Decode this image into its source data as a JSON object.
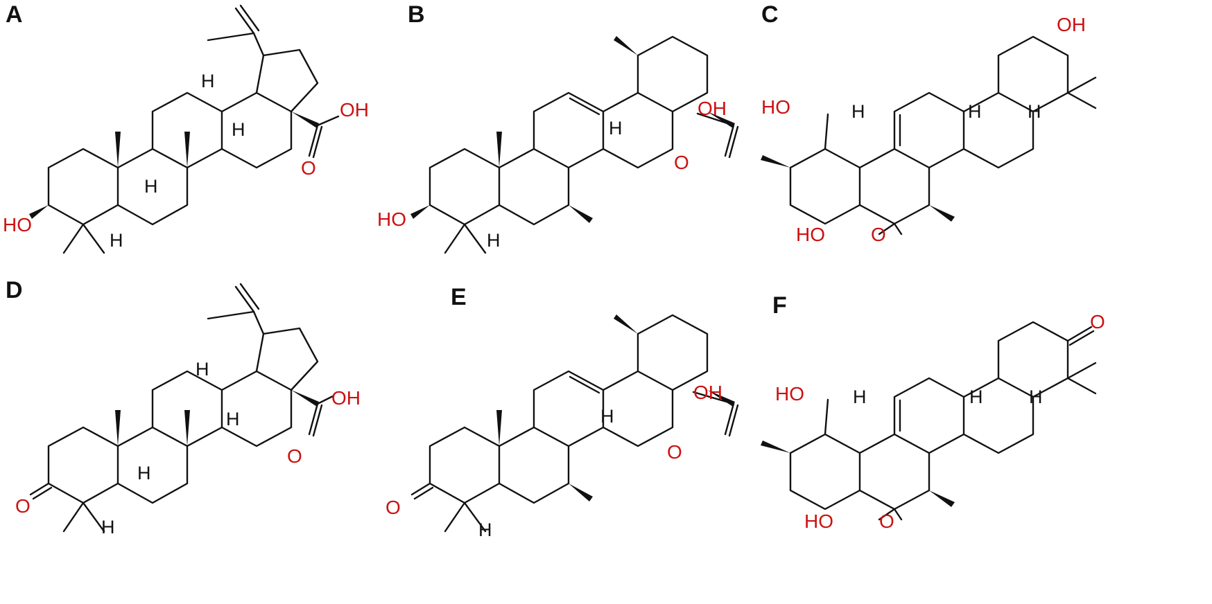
{
  "figure": {
    "colors": {
      "bond": "#111111",
      "heteroatom": "#cc1111",
      "hydrogen": "#111111"
    },
    "panels": [
      {
        "letter": "A",
        "labels": {
          "acid_oh": "OH",
          "acid_o": "O",
          "hydroxyl": "HO",
          "h": "H"
        }
      },
      {
        "letter": "B",
        "labels": {
          "acid_oh": "OH",
          "acid_o": "O",
          "hydroxyl": "HO",
          "h": "H"
        }
      },
      {
        "letter": "C",
        "labels": {
          "oh": "OH",
          "ho": "HO",
          "acid_ho": "HO",
          "acid_o": "O",
          "h": "H"
        }
      },
      {
        "letter": "D",
        "labels": {
          "acid_oh": "OH",
          "acid_o": "O",
          "ketone_o": "O",
          "h": "H"
        }
      },
      {
        "letter": "E",
        "labels": {
          "acid_oh": "OH",
          "acid_o": "O",
          "ketone_o": "O",
          "h": "H"
        }
      },
      {
        "letter": "F",
        "labels": {
          "ketone_o": "O",
          "ho": "HO",
          "acid_ho": "HO",
          "acid_o": "O",
          "h": "H"
        }
      }
    ]
  }
}
